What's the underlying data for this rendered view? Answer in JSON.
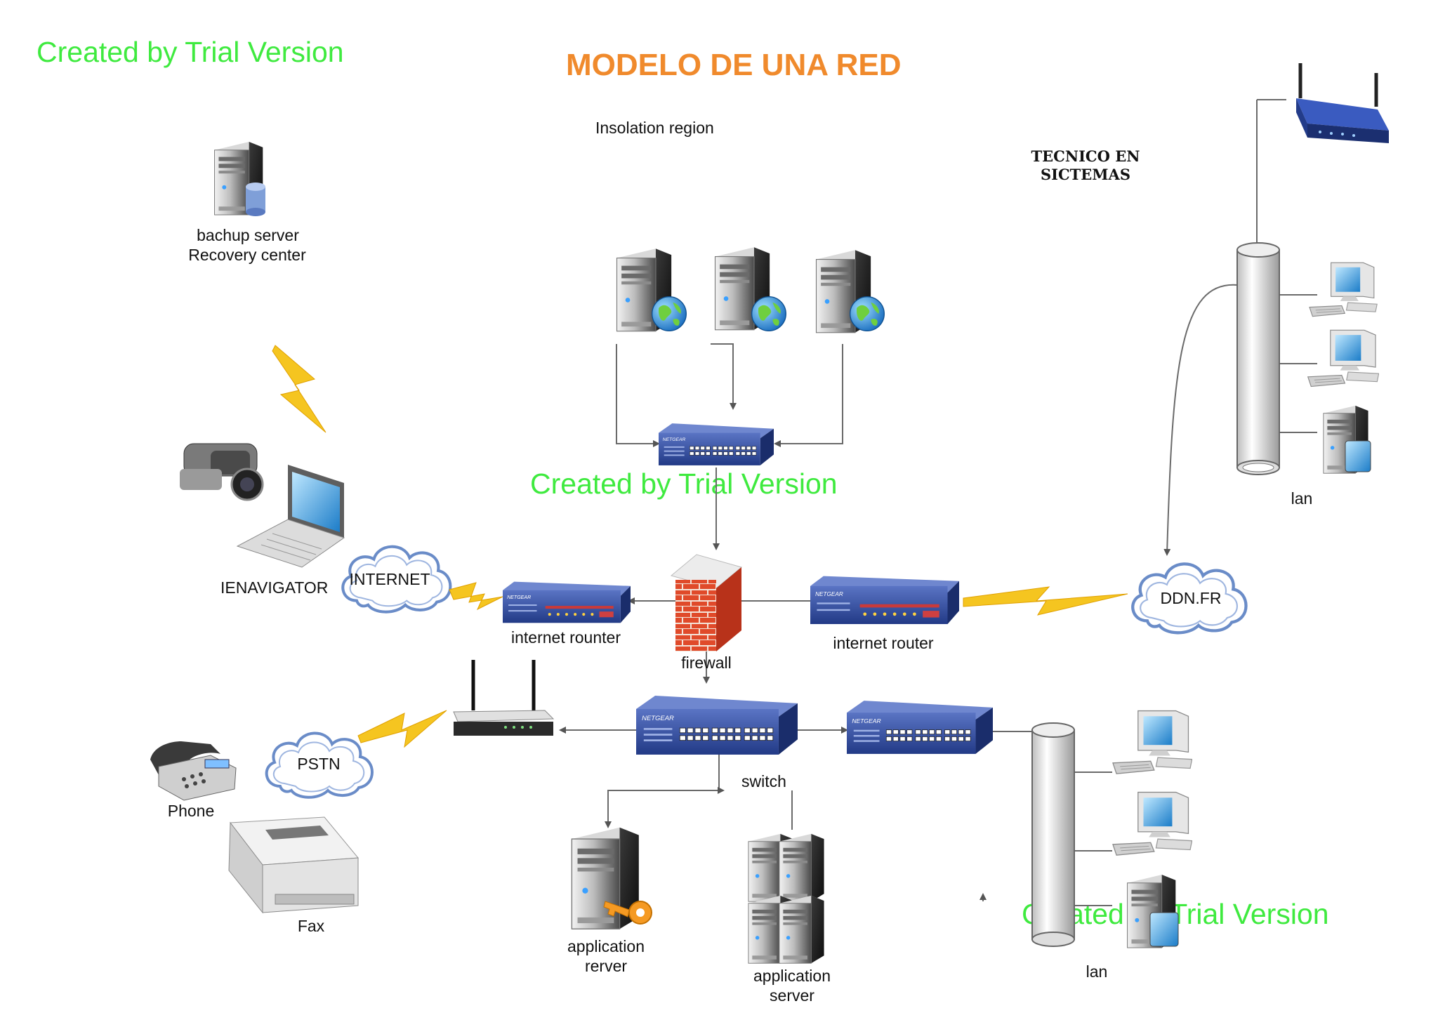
{
  "title": "MODELO DE UNA RED",
  "watermark": "Created by Trial Version",
  "tecnico": [
    "TECNICO EN",
    "SICTEMAS"
  ],
  "labels": {
    "insolation": "Insolation region",
    "backup_server": [
      "bachup server",
      "Recovery center"
    ],
    "ienavigator": "IENAVIGATOR",
    "internet_cloud": "INTERNET",
    "internet_rounter": "internet rounter",
    "firewall": "firewall",
    "internet_router": "internet router",
    "ddn": "DDN.FR",
    "lan_top": "lan",
    "pstn": "PSTN",
    "phone": "Phone",
    "fax": "Fax",
    "switch": "switch",
    "app_rerver": [
      "application",
      "rerver"
    ],
    "app_server": [
      "application",
      "server"
    ],
    "lan_bottom": "lan"
  },
  "icons": {
    "web-server": "server-tower-globe-icon",
    "backup-server": "server-database-icon",
    "switch": "network-switch-icon",
    "router": "router-icon",
    "firewall": "brick-firewall-icon",
    "cloud": "cloud-icon",
    "bolt": "lightning-bolt-icon",
    "desktop": "desktop-computer-icon",
    "laptop": "laptop-icon",
    "camcorder": "camcorder-icon",
    "phone": "telephone-icon",
    "printer": "printer-fax-icon",
    "wifi": "wireless-router-icon",
    "lan-bus": "lan-backbone-cylinder-icon",
    "key": "key-icon"
  },
  "colors": {
    "title": "#f08a2c",
    "watermark": "#3fea3f",
    "switch_body": "#2e4a9a",
    "cloud_stroke": "#6a8cc8",
    "bolt": "#f5c520",
    "firewall_brick": "#e04a2a"
  }
}
